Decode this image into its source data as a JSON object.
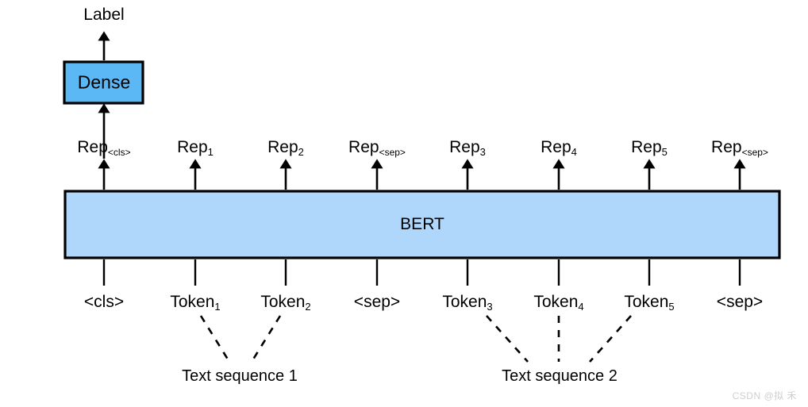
{
  "diagram": {
    "title_text": "Label",
    "dense_box": {
      "label": "Dense",
      "fill": "#5cb8f5",
      "stroke": "#000000"
    },
    "bert_box": {
      "label": "BERT",
      "fill": "#afd6fb",
      "stroke": "#000000"
    },
    "representations": [
      {
        "base": "Rep",
        "subscript": "<cls>",
        "type": "tag"
      },
      {
        "base": "Rep",
        "subscript": "1",
        "type": "num"
      },
      {
        "base": "Rep",
        "subscript": "2",
        "type": "num"
      },
      {
        "base": "Rep",
        "subscript": "<sep>",
        "type": "tag"
      },
      {
        "base": "Rep",
        "subscript": "3",
        "type": "num"
      },
      {
        "base": "Rep",
        "subscript": "4",
        "type": "num"
      },
      {
        "base": "Rep",
        "subscript": "5",
        "type": "num"
      },
      {
        "base": "Rep",
        "subscript": "<sep>",
        "type": "tag"
      }
    ],
    "tokens": [
      {
        "base": "<cls>",
        "subscript": "",
        "type": "plain"
      },
      {
        "base": "Token",
        "subscript": "1",
        "type": "num"
      },
      {
        "base": "Token",
        "subscript": "2",
        "type": "num"
      },
      {
        "base": "<sep>",
        "subscript": "",
        "type": "plain"
      },
      {
        "base": "Token",
        "subscript": "3",
        "type": "num"
      },
      {
        "base": "Token",
        "subscript": "4",
        "type": "num"
      },
      {
        "base": "Token",
        "subscript": "5",
        "type": "num"
      },
      {
        "base": "<sep>",
        "subscript": "",
        "type": "plain"
      }
    ],
    "sequence_groups": [
      {
        "label": "Text sequence 1"
      },
      {
        "label": "Text sequence 2"
      }
    ],
    "watermark": "CSDN @拟 禾"
  }
}
